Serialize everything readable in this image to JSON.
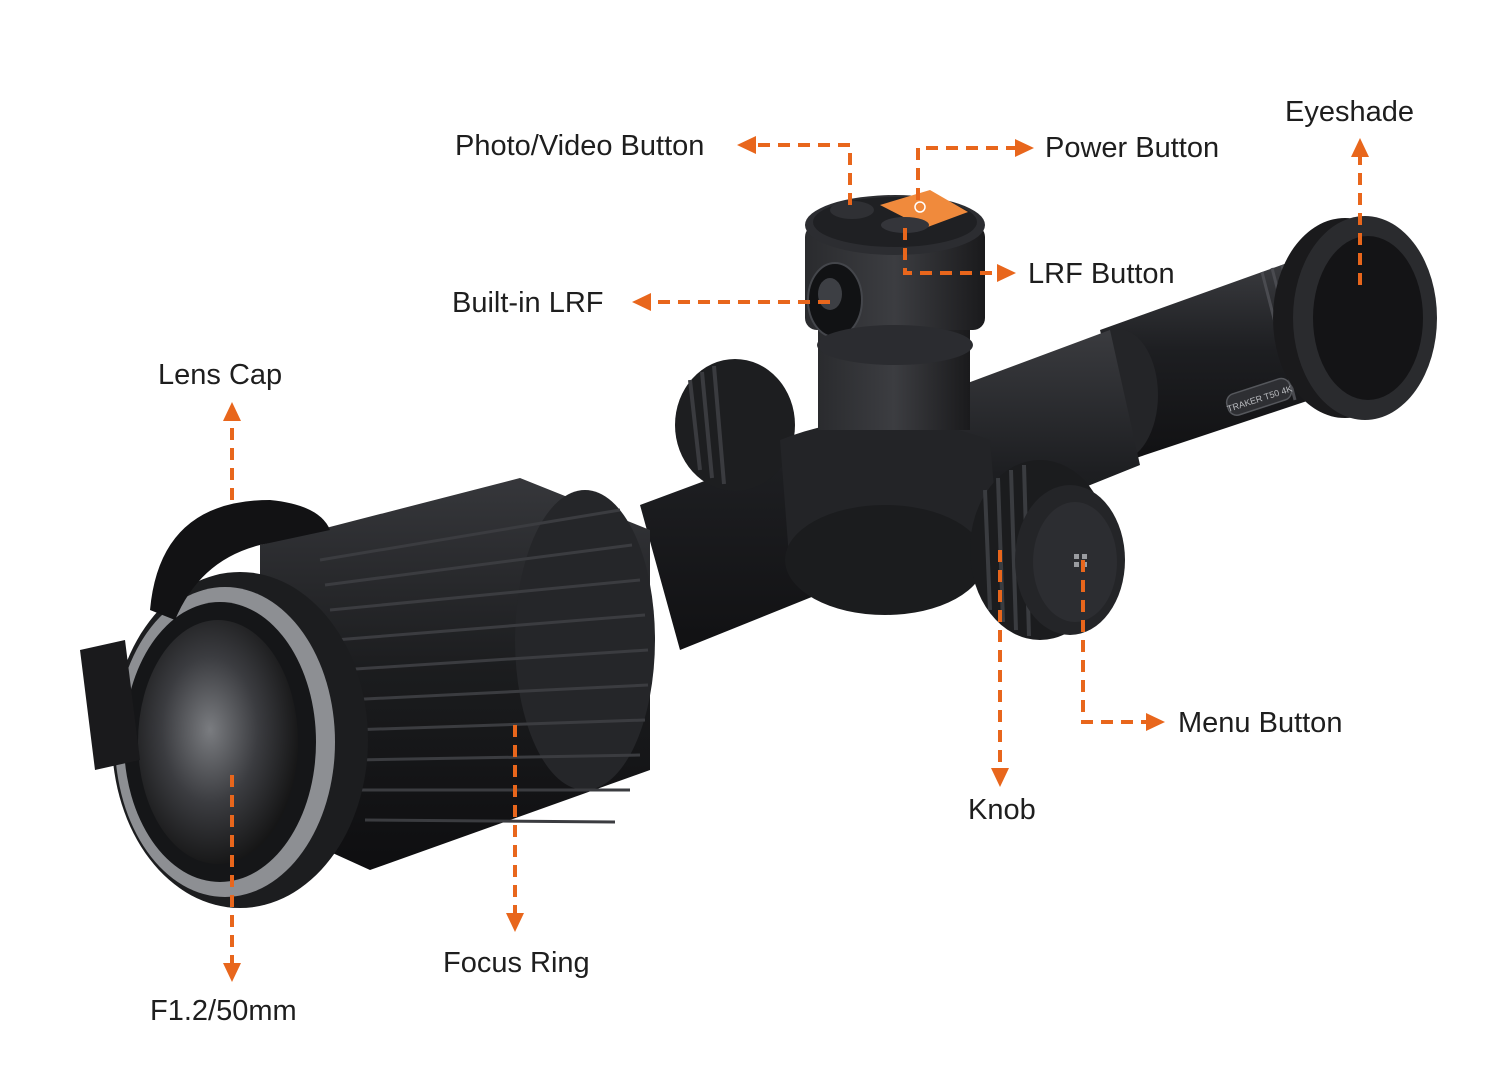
{
  "colors": {
    "callout": "#e8661c",
    "label_text": "#1e1e1e",
    "body_dark": "#1c1d1f",
    "body_mid": "#2b2c2f",
    "accent_button": "#f08a3c",
    "lens_ring": "#8d8f93"
  },
  "labels": {
    "photo_video": "Photo/Video Button",
    "power": "Power Button",
    "eyeshade": "Eyeshade",
    "lrf_button": "LRF Button",
    "built_in_lrf": "Built-in LRF",
    "lens_cap": "Lens Cap",
    "menu_button": "Menu Button",
    "knob": "Knob",
    "focus_ring": "Focus Ring",
    "aperture": "F1.2/50mm"
  },
  "device": {
    "body_engraving": "TRAKER T50 4K"
  }
}
